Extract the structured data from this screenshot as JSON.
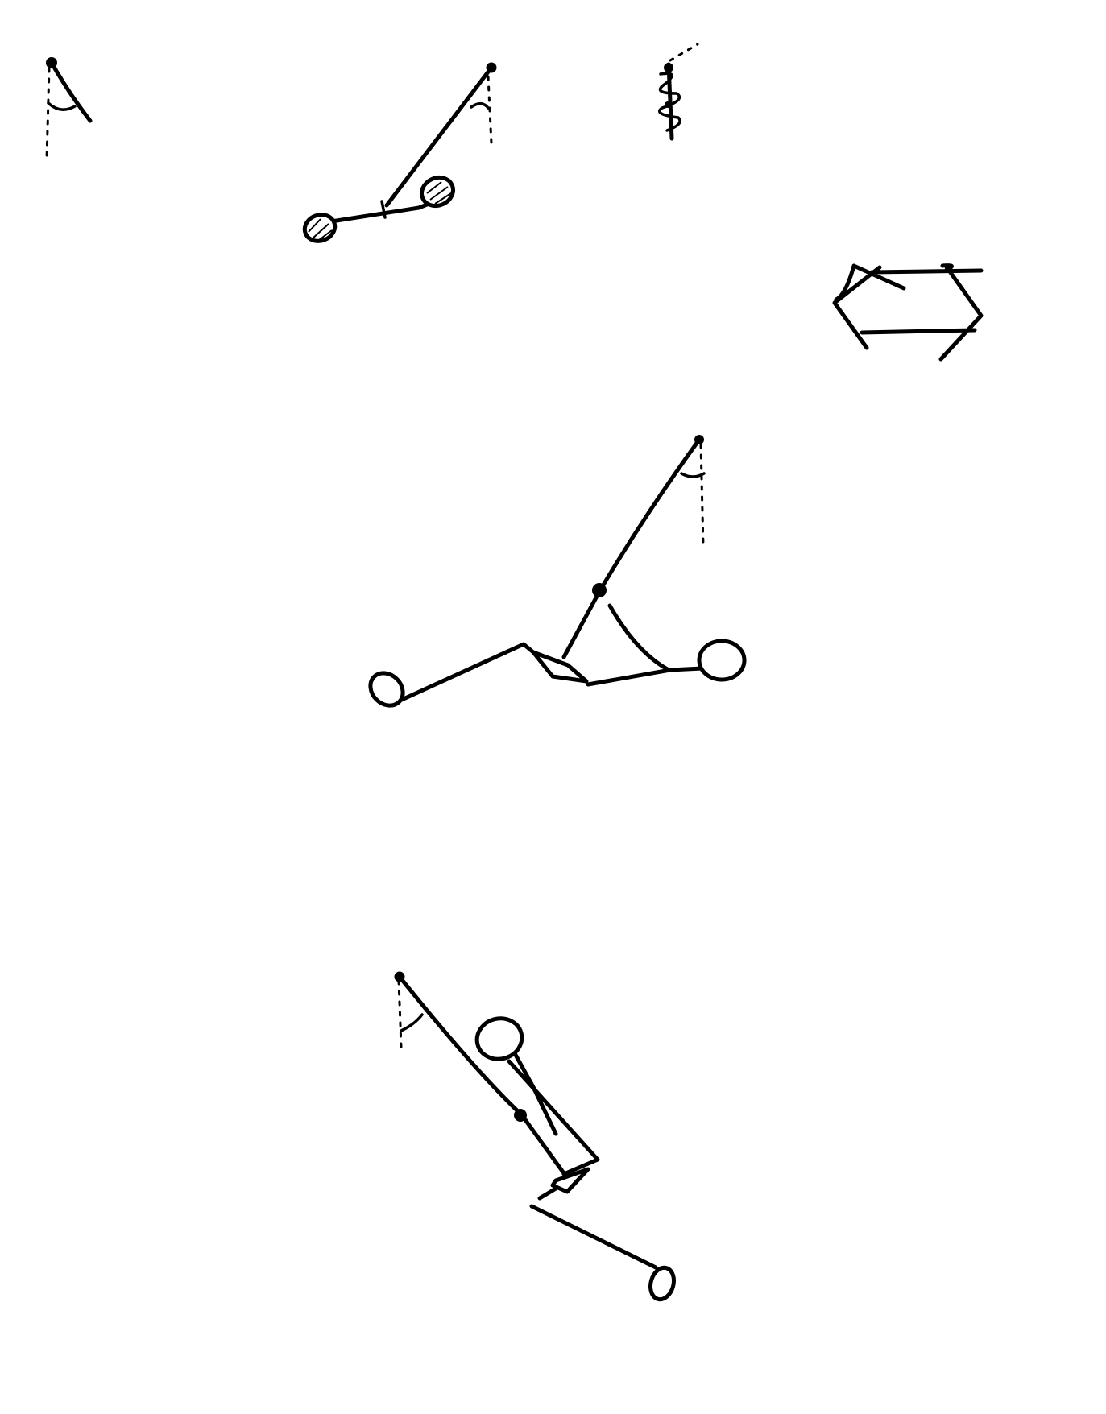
{
  "diagram": {
    "figures": [
      {
        "id": "pendulum-simple",
        "kind": "pendulum-with-angle"
      },
      {
        "id": "pendulum-rigid-rod",
        "kind": "pendulum-with-rod-and-masses"
      },
      {
        "id": "rotation-axis-sketch",
        "kind": "axis-with-spiral"
      },
      {
        "id": "equivalence-arrow",
        "kind": "double-arrow",
        "meaning": "equivalent"
      },
      {
        "id": "swing-figure-legs-extended",
        "kind": "stick-figure-on-swing"
      },
      {
        "id": "swing-figure-legs-tucked",
        "kind": "stick-figure-on-swing"
      }
    ],
    "colors": {
      "ink": "#000000",
      "paper": "#ffffff"
    }
  }
}
